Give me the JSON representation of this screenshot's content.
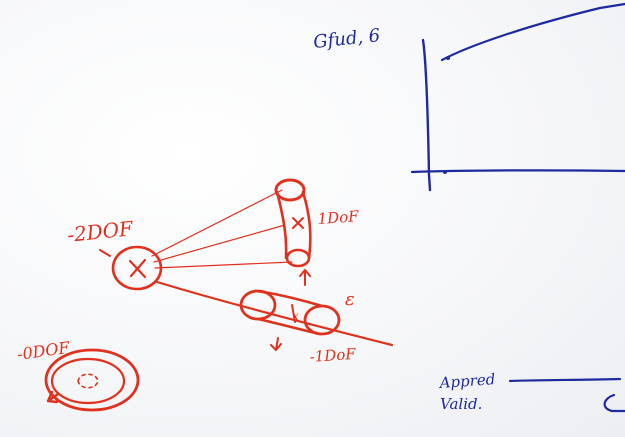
{
  "whiteboard": {
    "colors": {
      "blue_ink": "#1f2aa0",
      "red_ink": "#e0311f",
      "background": "#f6f7f9"
    },
    "labels": {
      "top_axis_label": "Gfud, 6",
      "dof_2": "-2DOF",
      "dof_1_upper": "1DoF",
      "dof_1_lower": "-1DoF",
      "epsilon": "ε",
      "dof_0": "-0DOF",
      "x_mark": "x",
      "bottom_label_line1": "Appred",
      "bottom_label_line2": "Valid."
    }
  }
}
